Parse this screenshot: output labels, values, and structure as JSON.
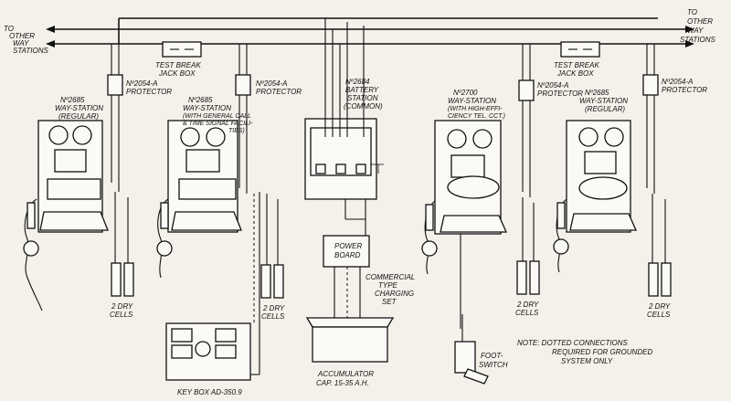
{
  "labels": {
    "to_other_left_1": "TO",
    "to_other_left_2": "OTHER",
    "to_other_left_3": "WAY",
    "to_other_left_4": "STATIONS",
    "to_other_right_1": "TO",
    "to_other_right_2": "OTHER",
    "to_other_right_3": "WAY",
    "to_other_right_4": "STATIONS",
    "test_break_1": "TEST BREAK",
    "test_break_2": "JACK BOX",
    "test_break_r1": "TEST BREAK",
    "test_break_r2": "JACK BOX",
    "prot1_a": "Nº2054-A",
    "prot1_b": "PROTECTOR",
    "prot2_a": "Nº2054-A",
    "prot2_b": "PROTECTOR",
    "prot3_a": "Nº2054-A",
    "prot3_b": "PROTECTOR",
    "prot4_a": "Nº2054-A",
    "prot4_b": "PROTECTOR",
    "st1_a": "Nº2685",
    "st1_b": "WAY-STATION",
    "st1_c": "(REGULAR)",
    "st2_a": "Nº2685",
    "st2_b": "WAY-STATION",
    "st2_c": "(WITH GENERAL CALL",
    "st2_d": "& TIME SIGNAL FACILI-",
    "st2_e": "TIES)",
    "batt_a": "Nº2684",
    "batt_b": "BATTERY",
    "batt_c": "STATION",
    "batt_d": "(COMMON)",
    "st3_a": "Nº2700",
    "st3_b": "WAY-STATION",
    "st3_c": "(WITH HIGH-EFFI-",
    "st3_d": "CIENCY TEL. CCT.)",
    "st4_a": "Nº2685",
    "st4_b": "WAY-STATION",
    "st4_c": "(REGULAR)",
    "dry1_a": "2 DRY",
    "dry1_b": "CELLS",
    "dry2_a": "2 DRY",
    "dry2_b": "CELLS",
    "dry3_a": "2 DRY",
    "dry3_b": "CELLS",
    "dry4_a": "2 DRY",
    "dry4_b": "CELLS",
    "power_a": "POWER",
    "power_b": "BOARD",
    "charging_a": "COMMERCIAL",
    "charging_b": "TYPE",
    "charging_c": "CHARGING",
    "charging_d": "SET",
    "accum_a": "ACCUMULATOR",
    "accum_b": "CAP. 15-35 A.H.",
    "foot_a": "FOOT-",
    "foot_b": "SWITCH",
    "keybox": "KEY BOX AD-350.9",
    "note_a": "NOTE: DOTTED CONNECTIONS",
    "note_b": "REQUIRED FOR GROUNDED",
    "note_c": "SYSTEM ONLY"
  }
}
